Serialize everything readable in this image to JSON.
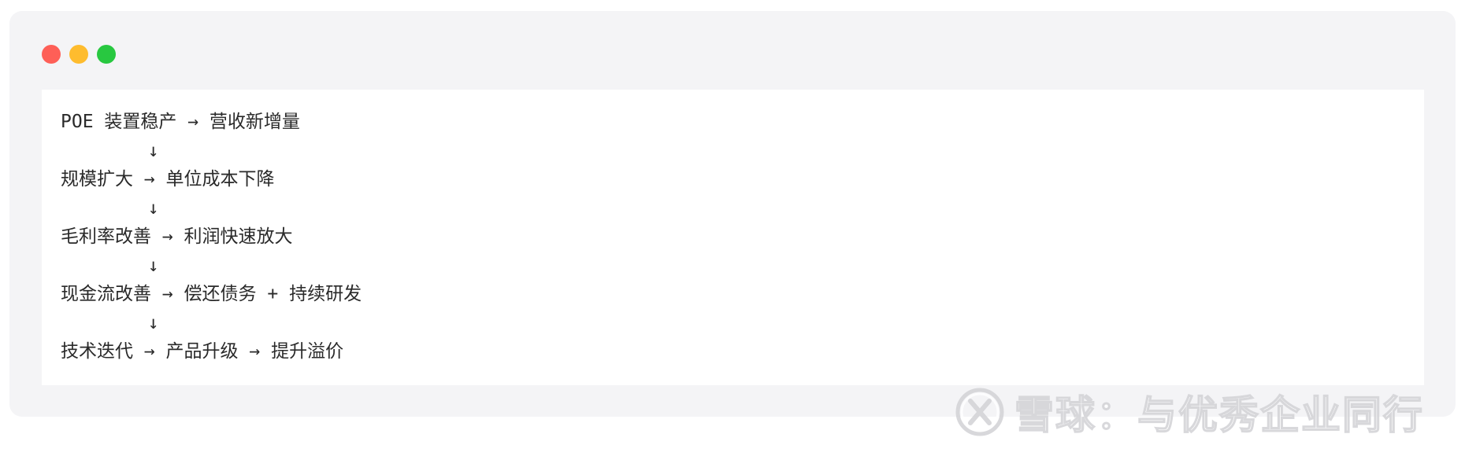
{
  "window": {
    "traffic_lights": [
      {
        "name": "close-button",
        "color": "#fe5f57"
      },
      {
        "name": "minimize-button",
        "color": "#febc2e"
      },
      {
        "name": "zoom-button",
        "color": "#28c840"
      }
    ]
  },
  "code_block": {
    "lines": [
      "POE 装置稳产 → 营收新增量",
      "        ↓",
      "规模扩大 → 单位成本下降",
      "        ↓",
      "毛利率改善 → 利润快速放大",
      "        ↓",
      "现金流改善 → 偿还债务 + 持续研发",
      "        ↓",
      "技术迭代 → 产品升级 → 提升溢价"
    ]
  },
  "watermark": {
    "text": "雪球：与优秀企业同行",
    "logo_icon": "xueqiu-logo-icon"
  }
}
